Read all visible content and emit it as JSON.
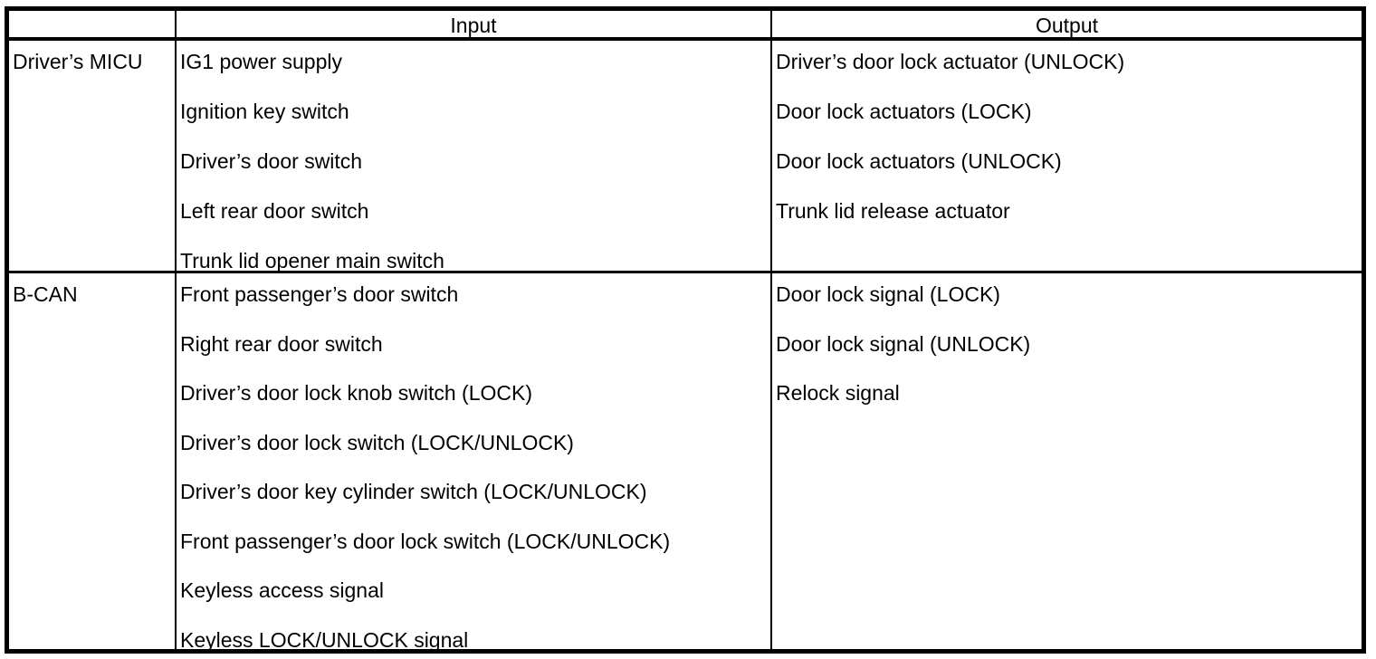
{
  "colors": {
    "background": "#ffffff",
    "border": "#000000",
    "text": "#000000"
  },
  "table": {
    "header": {
      "source": "",
      "input": "Input",
      "output": "Output"
    },
    "rows": [
      {
        "source": "Driver’s MICU",
        "inputs": [
          "IG1 power supply",
          "Ignition key switch",
          "Driver’s door switch",
          "Left rear door switch",
          "Trunk lid opener main switch"
        ],
        "outputs": [
          "Driver’s door lock actuator (UNLOCK)",
          "Door lock actuators (LOCK)",
          "Door lock actuators (UNLOCK)",
          "Trunk lid release actuator"
        ]
      },
      {
        "source": "B-CAN",
        "inputs": [
          "Front passenger’s door switch",
          "Right rear door switch",
          "Driver’s door lock knob switch (LOCK)",
          "Driver’s door lock switch (LOCK/UNLOCK)",
          "Driver’s door key cylinder switch (LOCK/UNLOCK)",
          "Front passenger’s door lock switch (LOCK/UNLOCK)",
          "Keyless access signal",
          "Keyless LOCK/UNLOCK signal"
        ],
        "outputs": [
          "Door lock signal (LOCK)",
          "Door lock signal (UNLOCK)",
          "Relock signal"
        ]
      }
    ]
  }
}
